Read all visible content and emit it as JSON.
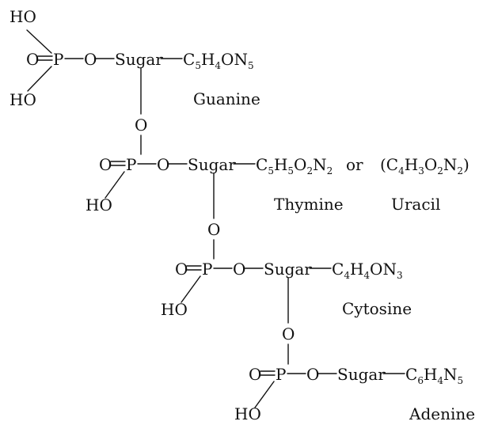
{
  "atoms": {
    "ho": "HO",
    "o": "O",
    "p": "P",
    "sugar": "Sugar",
    "or": "or"
  },
  "units": [
    {
      "base_label": "Guanine",
      "formula": [
        {
          "t": "C"
        },
        {
          "t": "5",
          "sub": true
        },
        {
          "t": "H"
        },
        {
          "t": "4",
          "sub": true
        },
        {
          "t": "ON"
        },
        {
          "t": "5",
          "sub": true
        }
      ]
    },
    {
      "base_label": "Thymine",
      "alt_label": "Uracil",
      "formula": [
        {
          "t": "C"
        },
        {
          "t": "5",
          "sub": true
        },
        {
          "t": "H"
        },
        {
          "t": "5",
          "sub": true
        },
        {
          "t": "O"
        },
        {
          "t": "2",
          "sub": true
        },
        {
          "t": "N"
        },
        {
          "t": "2",
          "sub": true
        }
      ],
      "alt_formula": [
        {
          "t": "(C"
        },
        {
          "t": "4",
          "sub": true
        },
        {
          "t": "H"
        },
        {
          "t": "3",
          "sub": true
        },
        {
          "t": "O"
        },
        {
          "t": "2",
          "sub": true
        },
        {
          "t": "N"
        },
        {
          "t": "2",
          "sub": true
        },
        {
          "t": ")"
        }
      ]
    },
    {
      "base_label": "Cytosine",
      "formula": [
        {
          "t": "C"
        },
        {
          "t": "4",
          "sub": true
        },
        {
          "t": "H"
        },
        {
          "t": "4",
          "sub": true
        },
        {
          "t": "ON"
        },
        {
          "t": "3",
          "sub": true
        }
      ]
    },
    {
      "base_label": "Adenine",
      "formula": [
        {
          "t": "C"
        },
        {
          "t": "6",
          "sub": true
        },
        {
          "t": "H"
        },
        {
          "t": "4",
          "sub": true
        },
        {
          "t": "N"
        },
        {
          "t": "5",
          "sub": true
        }
      ]
    }
  ]
}
